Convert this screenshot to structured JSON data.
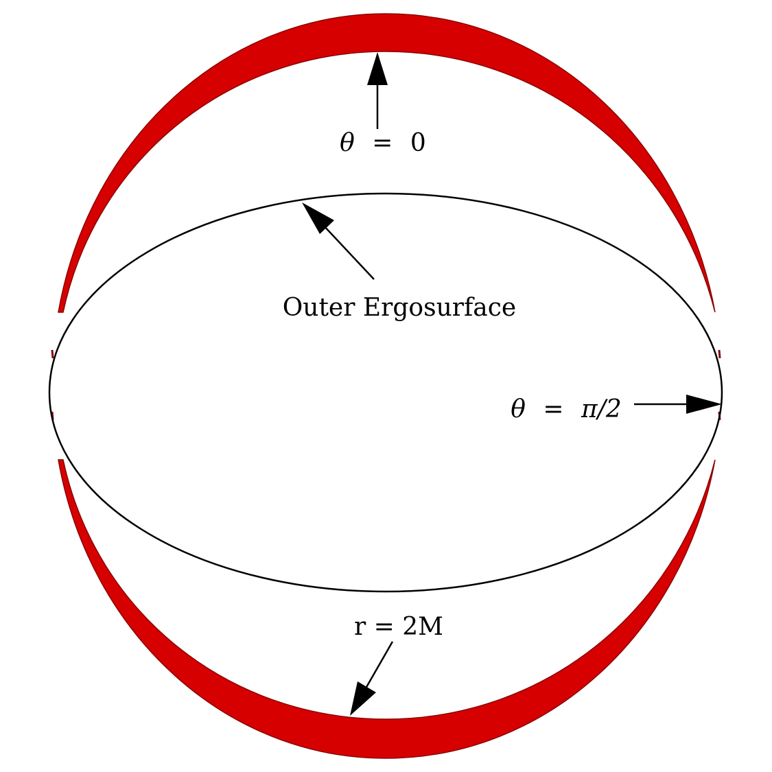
{
  "labels": {
    "theta_zero": {
      "symbol": "θ",
      "equals": "=",
      "value": "0"
    },
    "theta_half_pi": {
      "symbol": "θ",
      "equals": "=",
      "value": "π/2"
    },
    "outer_ergosurface": "Outer Ergosurface",
    "horizon": "r = 2M"
  },
  "colors": {
    "horizon_fill": "#d60000",
    "horizon_stroke": "#8a0000",
    "lines": "#000000",
    "background": "#ffffff"
  }
}
